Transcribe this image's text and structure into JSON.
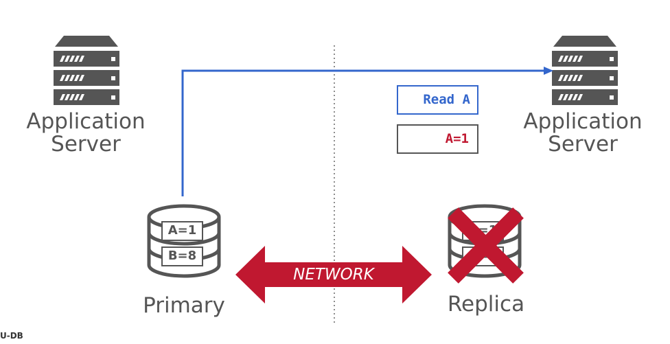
{
  "servers": {
    "left_label_line1": "Application",
    "left_label_line2": "Server",
    "right_label_line1": "Application",
    "right_label_line2": "Server"
  },
  "primary": {
    "label": "Primary",
    "records": [
      "A=1",
      "B=8"
    ]
  },
  "replica": {
    "label": "Replica",
    "status": "failed",
    "records": [
      "A=1",
      "B=8"
    ]
  },
  "network": {
    "label": "NETWORK"
  },
  "messages": {
    "request": "Read A",
    "response": "A=1"
  },
  "footer": {
    "text": "U-DB"
  },
  "colors": {
    "request_blue": "#3366cc",
    "response_red": "#c01830",
    "network_red": "#c01830",
    "server_gray": "#555555",
    "failure_red": "#c01830"
  }
}
